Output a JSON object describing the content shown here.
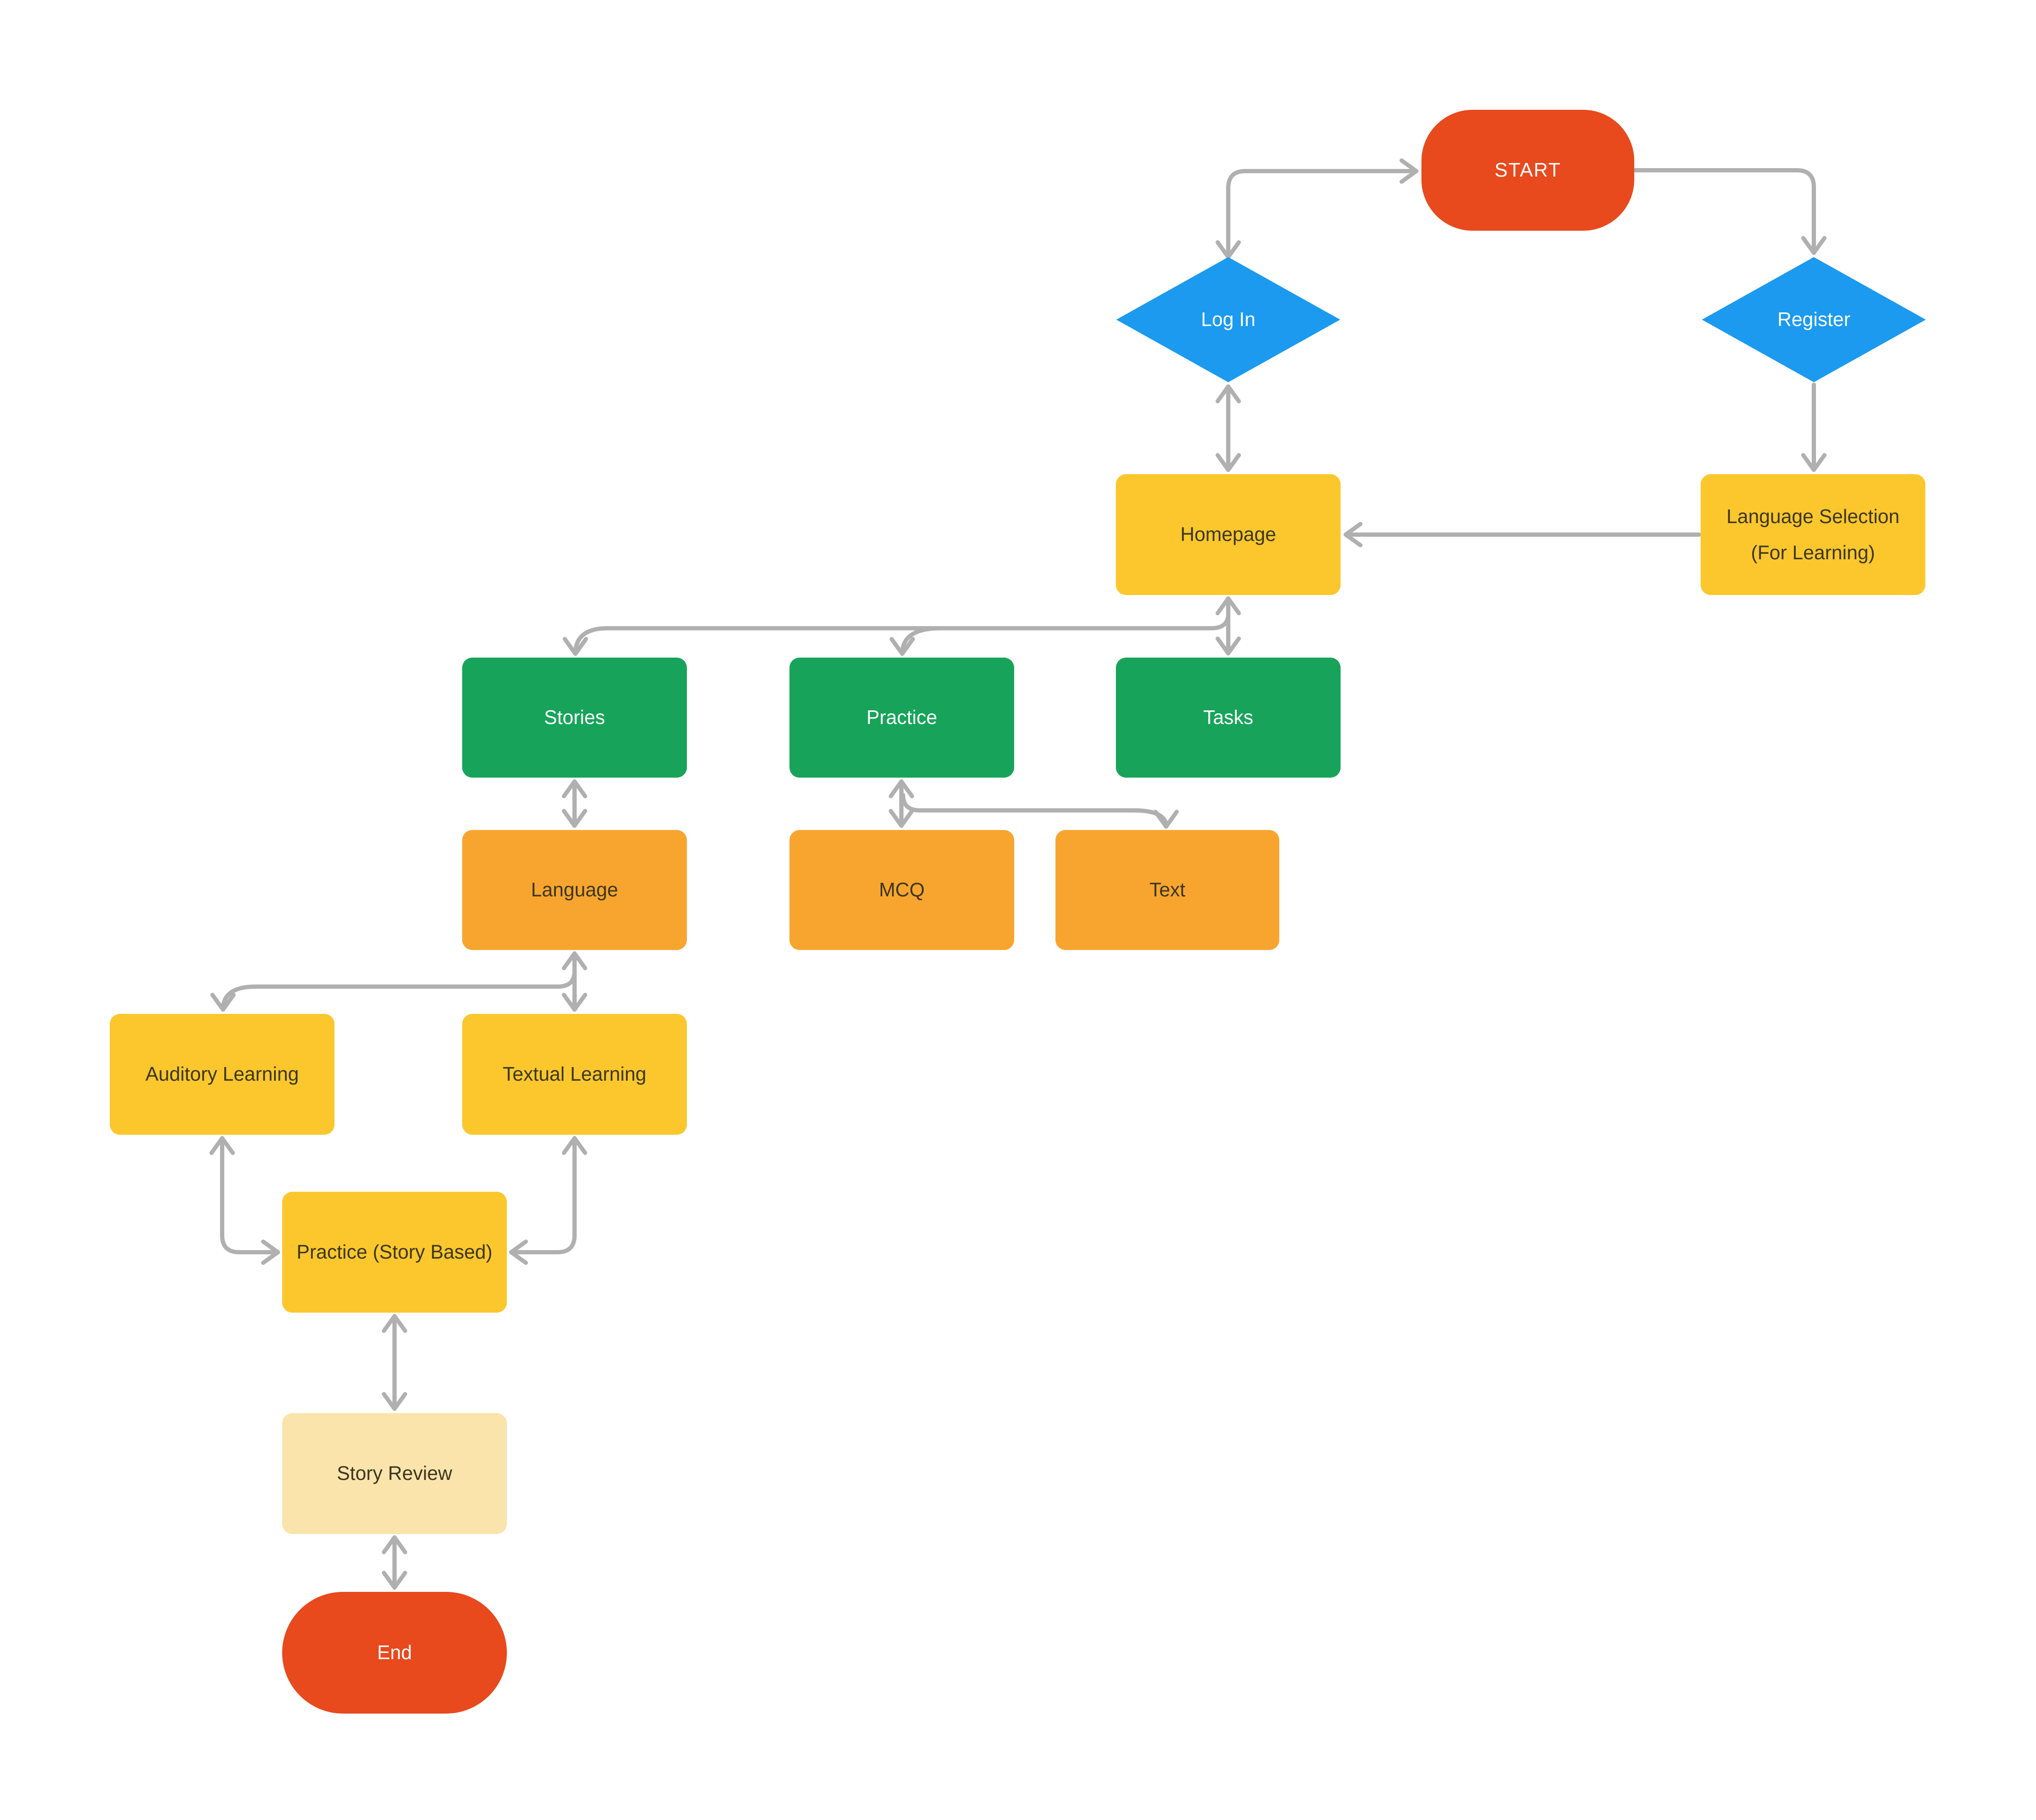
{
  "diagram": {
    "kind": "flowchart",
    "background": "#FFFFFF",
    "connector_color": "#B0B0B0",
    "palette": {
      "terminator_red": "#E8491D",
      "decision_blue": "#1B9AF0",
      "process_yellow": "#FBC72D",
      "process_green": "#17A45A",
      "process_orange": "#F8A52F",
      "process_pale_yellow": "#FAE4AC",
      "dark_text": "#3C371E",
      "light_text": "#FFFFFF"
    }
  },
  "nodes": [
    {
      "id": "start",
      "label": "START",
      "shape": "terminator",
      "fill": "#E8491D",
      "text_color": "#FFFFFF"
    },
    {
      "id": "login",
      "label": "Log In",
      "shape": "decision",
      "fill": "#1B9AF0",
      "text_color": "#FFFFFF"
    },
    {
      "id": "register",
      "label": "Register",
      "shape": "decision",
      "fill": "#1B9AF0",
      "text_color": "#FFFFFF"
    },
    {
      "id": "homepage",
      "label": "Homepage",
      "shape": "process",
      "fill": "#FBC72D",
      "text_color": "#3C371E"
    },
    {
      "id": "language-selection",
      "label": "Language Selection (For Learning)",
      "shape": "process",
      "fill": "#FBC72D",
      "text_color": "#3C371E"
    },
    {
      "id": "stories",
      "label": "Stories",
      "shape": "process",
      "fill": "#17A45A",
      "text_color": "#FFFFFF"
    },
    {
      "id": "practice",
      "label": "Practice",
      "shape": "process",
      "fill": "#17A45A",
      "text_color": "#FFFFFF"
    },
    {
      "id": "tasks",
      "label": "Tasks",
      "shape": "process",
      "fill": "#17A45A",
      "text_color": "#FFFFFF"
    },
    {
      "id": "language",
      "label": "Language",
      "shape": "process",
      "fill": "#F8A52F",
      "text_color": "#3C371E"
    },
    {
      "id": "mcq",
      "label": "MCQ",
      "shape": "process",
      "fill": "#F8A52F",
      "text_color": "#3C371E"
    },
    {
      "id": "text",
      "label": "Text",
      "shape": "process",
      "fill": "#F8A52F",
      "text_color": "#3C371E"
    },
    {
      "id": "auditory-learning",
      "label": "Auditory Learning",
      "shape": "process",
      "fill": "#FBC72D",
      "text_color": "#3C371E"
    },
    {
      "id": "textual-learning",
      "label": "Textual Learning",
      "shape": "process",
      "fill": "#FBC72D",
      "text_color": "#3C371E"
    },
    {
      "id": "practice-story",
      "label": "Practice (Story Based)",
      "shape": "process",
      "fill": "#FBC72D",
      "text_color": "#3C371E"
    },
    {
      "id": "story-review",
      "label": "Story Review",
      "shape": "process",
      "fill": "#FAE4AC",
      "text_color": "#3C371E"
    },
    {
      "id": "end",
      "label": "End",
      "shape": "terminator",
      "fill": "#E8491D",
      "text_color": "#FFFFFF"
    }
  ],
  "edges": [
    {
      "from": "login",
      "to": "start",
      "bidirectional": true
    },
    {
      "from": "start",
      "to": "register",
      "bidirectional": false
    },
    {
      "from": "login",
      "to": "homepage",
      "bidirectional": true
    },
    {
      "from": "register",
      "to": "language-selection",
      "bidirectional": false
    },
    {
      "from": "language-selection",
      "to": "homepage",
      "bidirectional": false
    },
    {
      "from": "homepage",
      "to": "tasks",
      "bidirectional": true
    },
    {
      "from": "homepage",
      "to": "stories",
      "bidirectional": false
    },
    {
      "from": "homepage",
      "to": "practice",
      "bidirectional": false
    },
    {
      "from": "stories",
      "to": "language",
      "bidirectional": true
    },
    {
      "from": "practice",
      "to": "mcq",
      "bidirectional": true
    },
    {
      "from": "practice",
      "to": "text",
      "bidirectional": false
    },
    {
      "from": "language",
      "to": "textual-learning",
      "bidirectional": true
    },
    {
      "from": "language",
      "to": "auditory-learning",
      "bidirectional": false
    },
    {
      "from": "auditory-learning",
      "to": "practice-story",
      "bidirectional": true
    },
    {
      "from": "textual-learning",
      "to": "practice-story",
      "bidirectional": true
    },
    {
      "from": "practice-story",
      "to": "story-review",
      "bidirectional": true
    },
    {
      "from": "story-review",
      "to": "end",
      "bidirectional": true
    }
  ]
}
